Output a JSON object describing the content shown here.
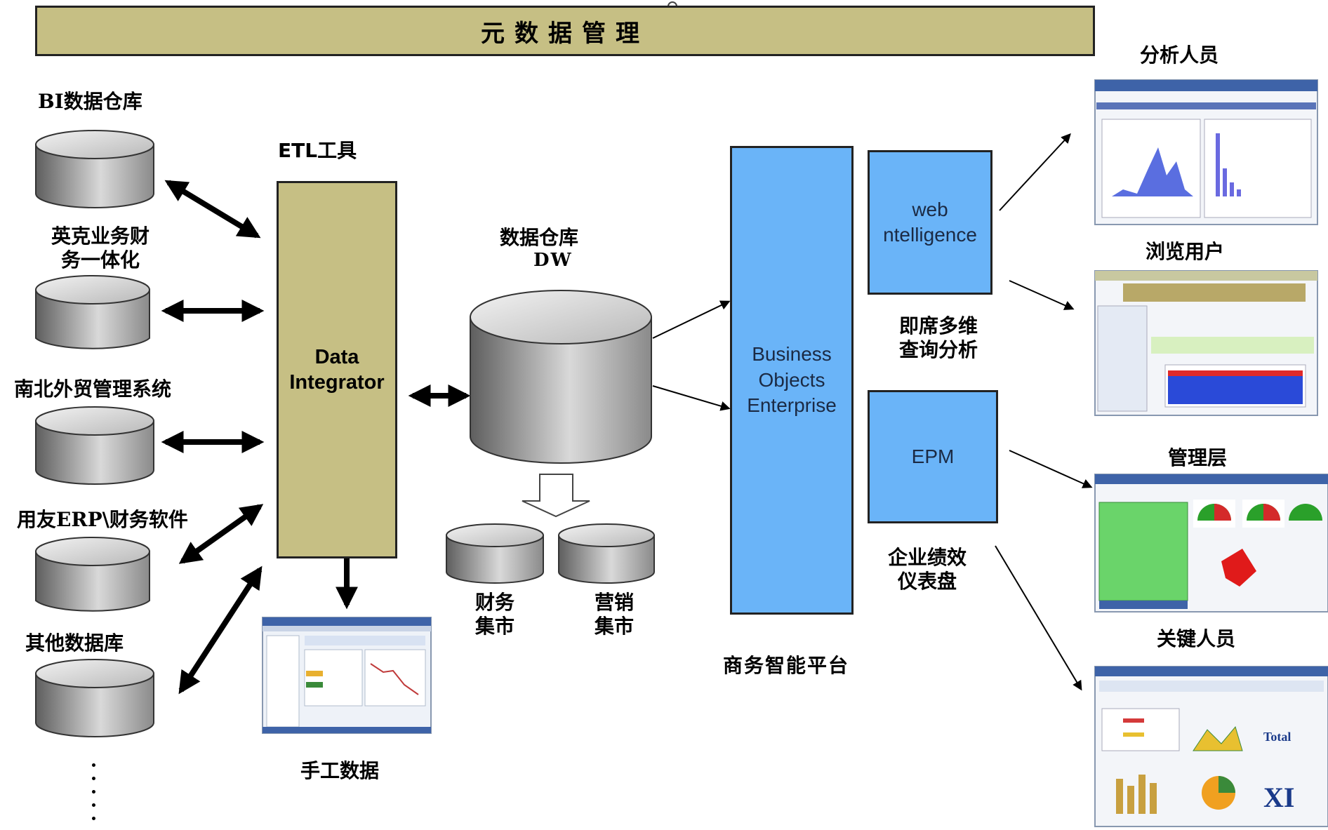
{
  "header": {
    "title": "元数据管理"
  },
  "sources": [
    {
      "label": "BI数据仓库"
    },
    {
      "label": "英克业务财\n务一体化"
    },
    {
      "label": "南北外贸管理系统"
    },
    {
      "label": "用友ERP\\财务软件"
    },
    {
      "label": "其他数据库"
    }
  ],
  "etl": {
    "title": "ETL工具",
    "box_label": "Data\nIntegrator"
  },
  "manual": {
    "label": "手工数据"
  },
  "warehouse": {
    "label": "数据仓库",
    "sublabel": "DW"
  },
  "marts": [
    {
      "label": "财务\n集市"
    },
    {
      "label": "营销\n集市"
    }
  ],
  "platform": {
    "box_label": "Business\nObjects\nEnterprise",
    "caption": "商务智能平台"
  },
  "tools": [
    {
      "box_label": "web\nntelligence",
      "caption": "即席多维\n查询分析"
    },
    {
      "box_label": "EPM",
      "caption": "企业绩效\n仪表盘"
    }
  ],
  "users": [
    {
      "label": "分析人员"
    },
    {
      "label": "浏览用户"
    },
    {
      "label": "管理层"
    },
    {
      "label": "关键人员"
    }
  ],
  "colors": {
    "header_fill": "#c6bf84",
    "di_fill": "#c6bf84",
    "blue_fill": "#6ab4f8",
    "cylinder_dark": "#6e6e6e",
    "cylinder_light": "#e6e6e6"
  },
  "icons": {
    "database": "cylinder",
    "arrows": "double-headed-arrow",
    "mart_arrow": "hollow-down-arrow"
  }
}
